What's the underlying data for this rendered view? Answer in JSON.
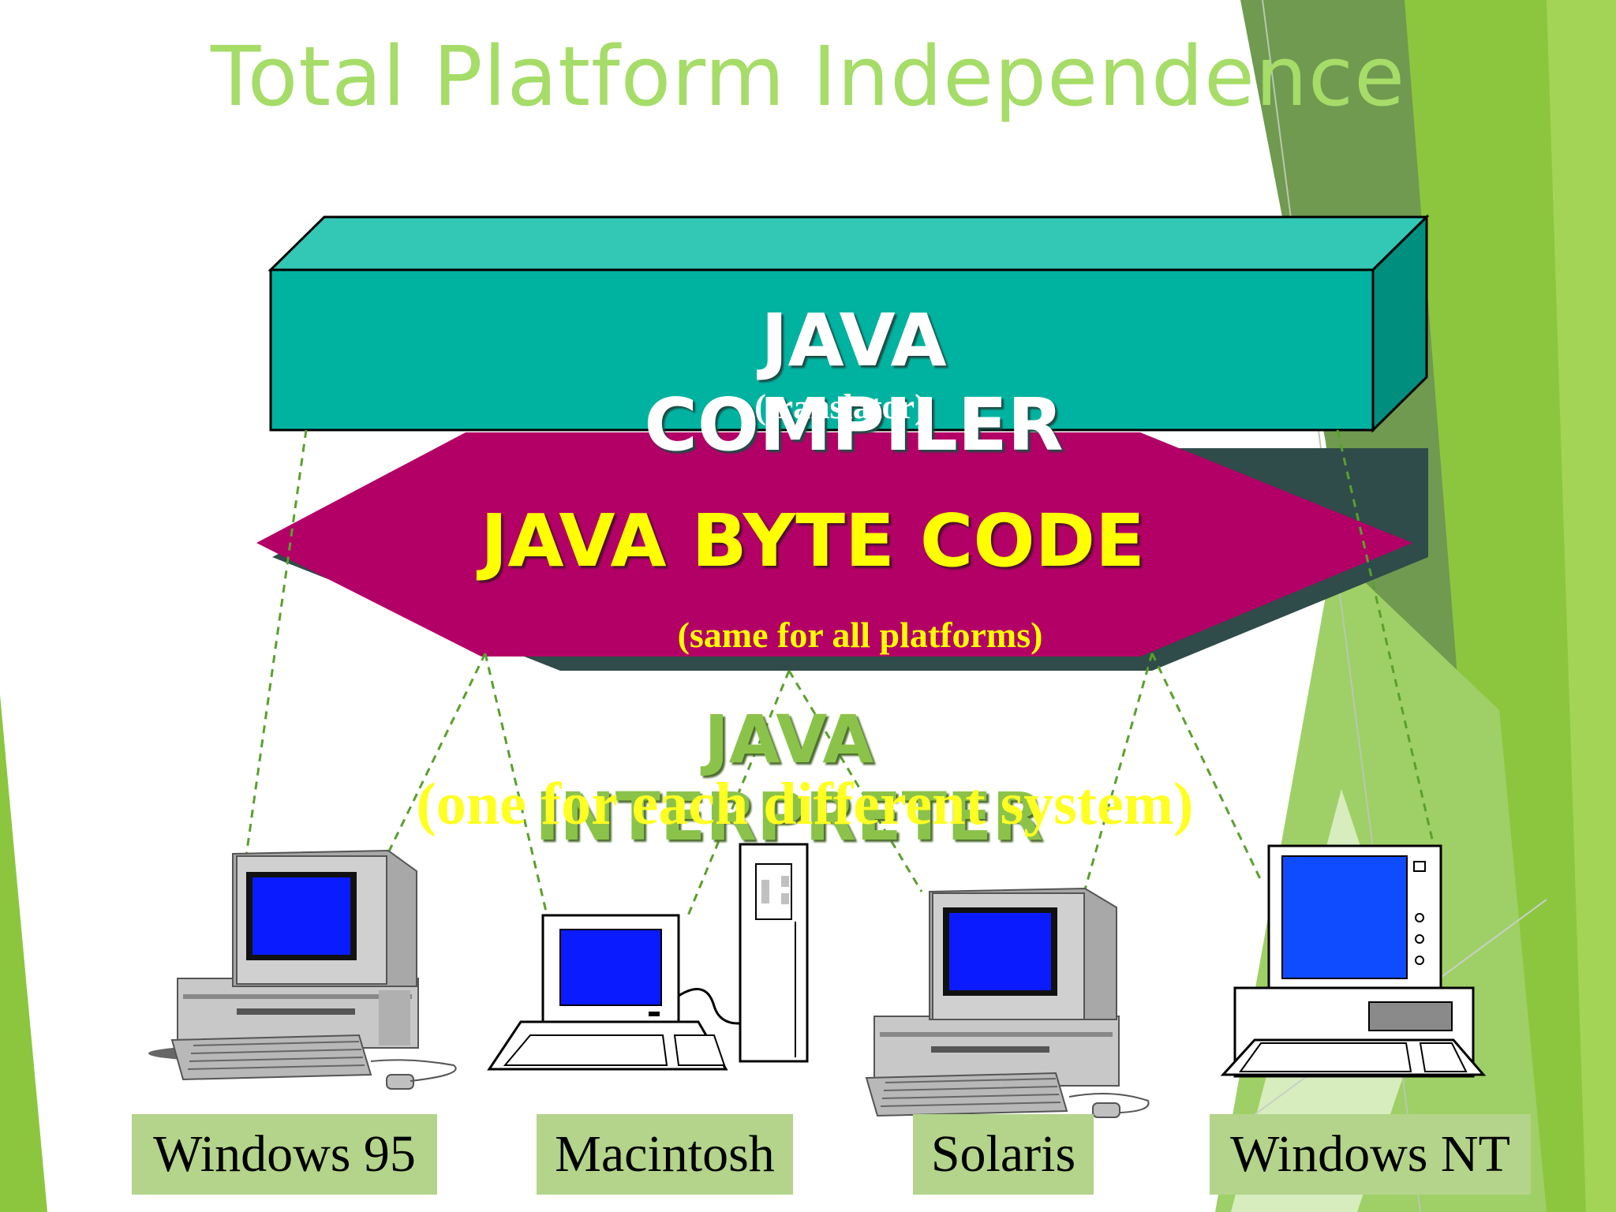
{
  "slide": {
    "title": "Total Platform Independence"
  },
  "compiler": {
    "label": "JAVA COMPILER",
    "sublabel": "(translator)"
  },
  "bytecode": {
    "label": "JAVA BYTE CODE",
    "sublabel": "(same for all platforms)"
  },
  "interpreter": {
    "label": "JAVA INTERPRETER",
    "sublabel": "(one for each different system)"
  },
  "platforms": [
    {
      "label": "Windows 95",
      "icon": "pc-computer-icon"
    },
    {
      "label": "Macintosh",
      "icon": "mac-computer-icon"
    },
    {
      "label": "Solaris",
      "icon": "workstation-computer-icon"
    },
    {
      "label": "Windows NT",
      "icon": "nt-computer-icon"
    }
  ],
  "colors": {
    "title": "#a6dc68",
    "compiler": "#00b3a0",
    "bytecode": "#b30066",
    "interpreter_title": "#8bc34a",
    "interpreter_sub": "#ffff22",
    "label_bg": "#b3d48a",
    "screen": "#0a1cff",
    "accent_green": "#8cc63f"
  }
}
